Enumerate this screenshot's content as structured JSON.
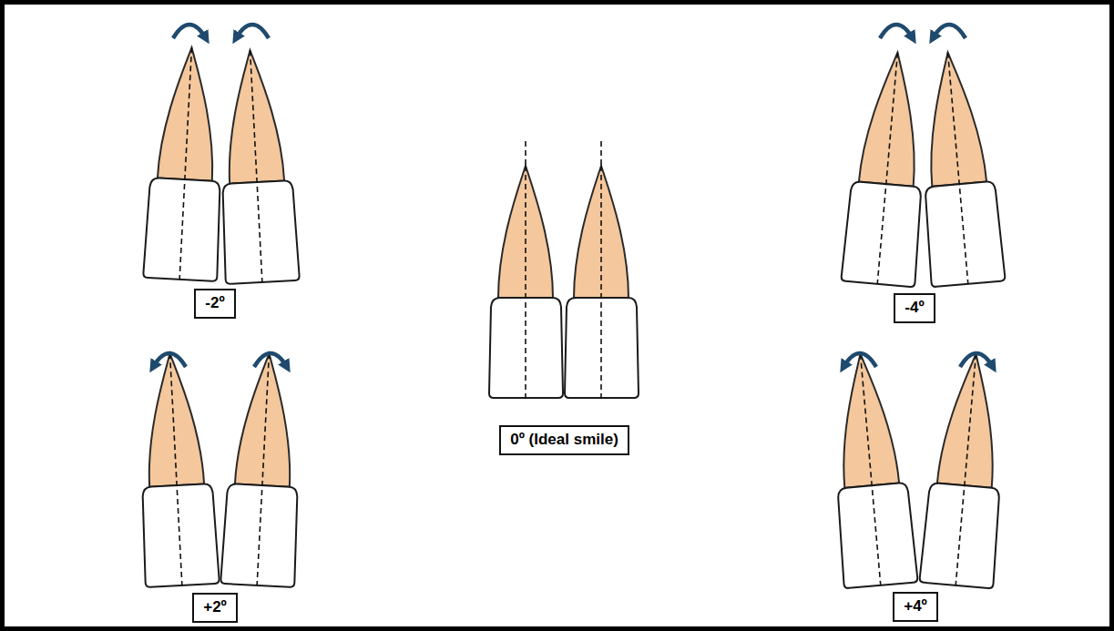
{
  "diagram": {
    "nodes": [
      {
        "text": [
          "-2º"
        ]
      },
      {
        "text": [
          "-4º"
        ]
      },
      {
        "text": [
          "0º (Ideal smile)"
        ]
      },
      {
        "text": [
          "+2º"
        ]
      },
      {
        "text": [
          "+4º"
        ]
      }
    ]
  }
}
